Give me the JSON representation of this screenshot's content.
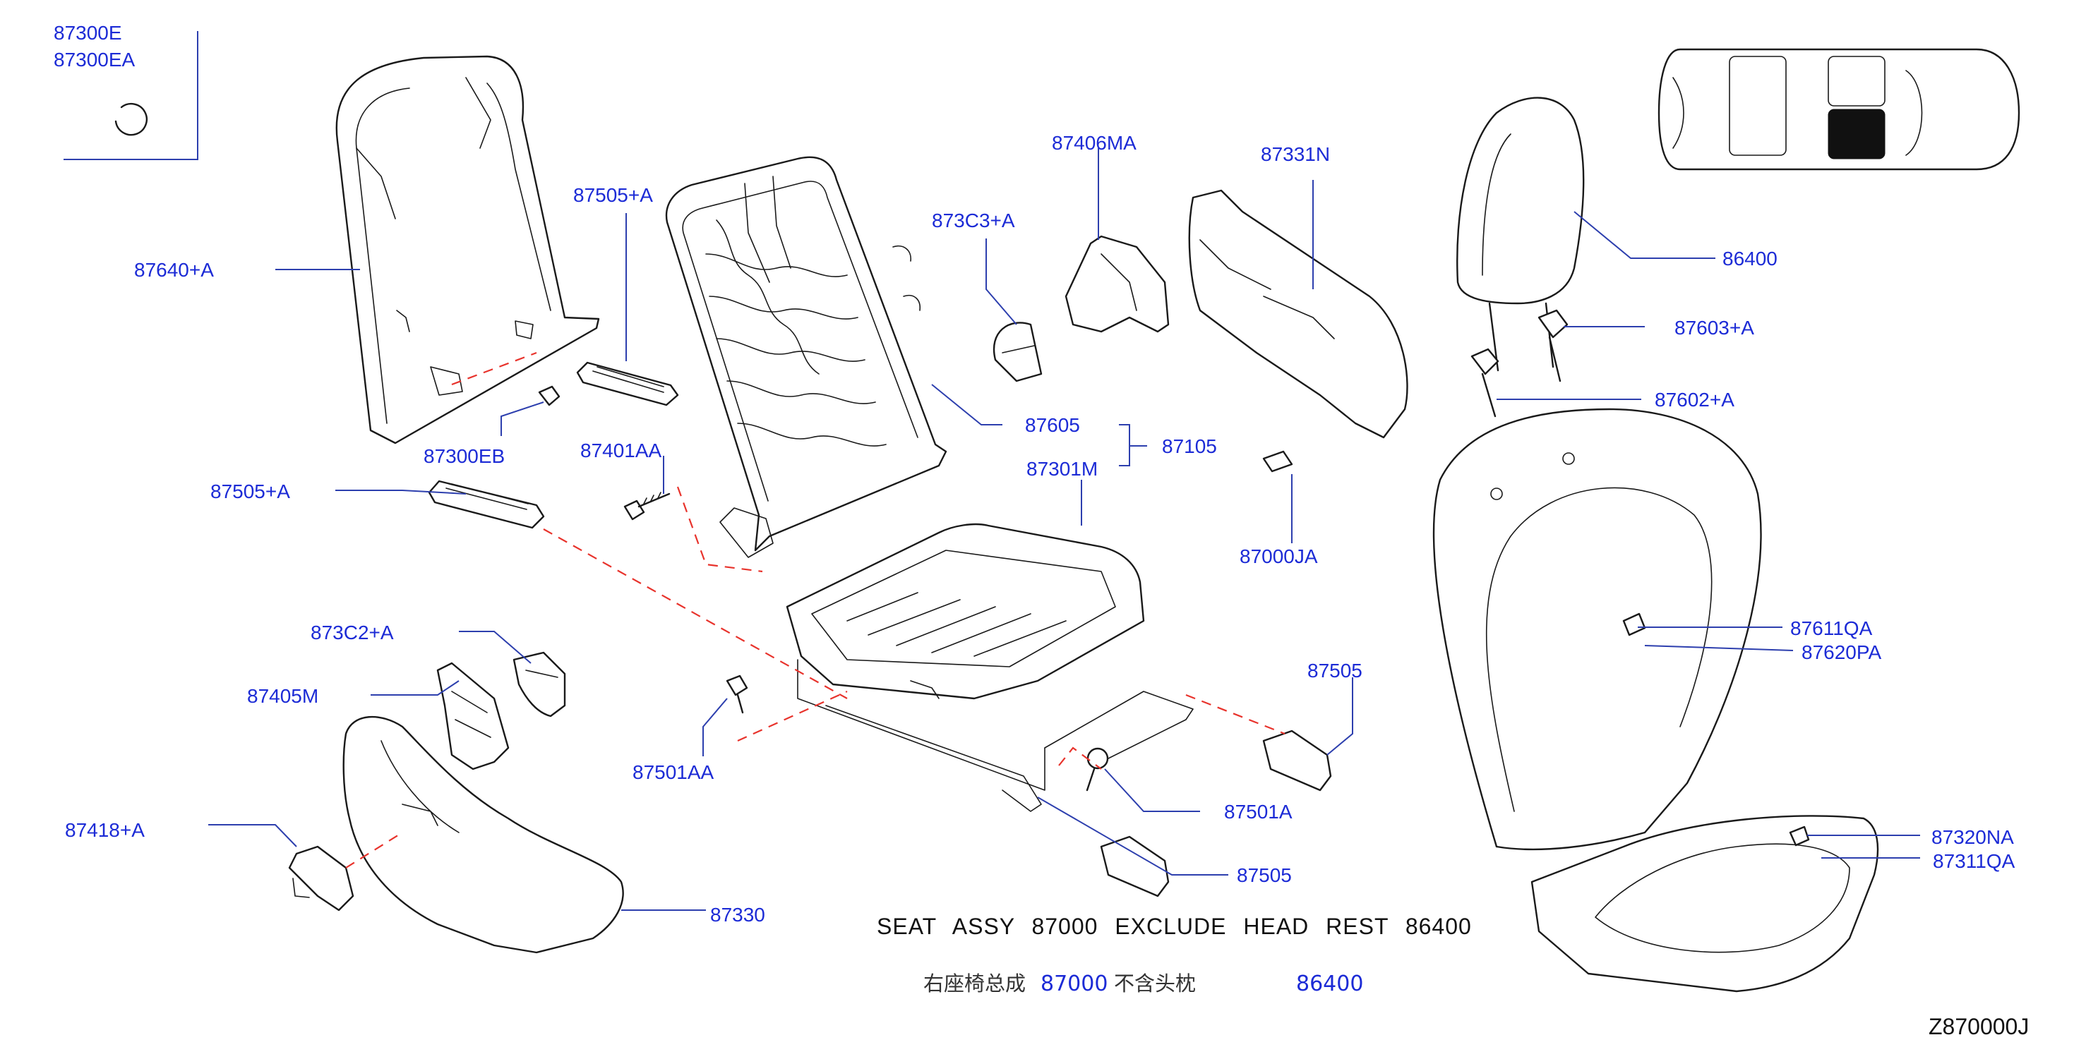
{
  "labels": {
    "p87300E": "87300E",
    "p87300EA": "87300EA",
    "p87640A": "87640+A",
    "p87505A_top": "87505+A",
    "p87300EB": "87300EB",
    "p87505A_left": "87505+A",
    "p87401AA": "87401AA",
    "p87406MA": "87406MA",
    "p873C3A": "873C3+A",
    "p87331N": "87331N",
    "p86400": "86400",
    "p87603A": "87603+A",
    "p87602A": "87602+A",
    "p87605": "87605",
    "p87105": "87105",
    "p87301M": "87301M",
    "p87000JA": "87000JA",
    "p873C2A": "873C2+A",
    "p87405M": "87405M",
    "p87611QA": "87611QA",
    "p87620PA": "87620PA",
    "p87505_right": "87505",
    "p87501AA": "87501AA",
    "p87501A": "87501A",
    "p87418A": "87418+A",
    "p87505_bottom": "87505",
    "p87330": "87330",
    "p87320NA": "87320NA",
    "p87311QA": "87311QA"
  },
  "notes": {
    "assy_line_en": "SEAT ASSY 87000 EXCLUDE HEAD REST 86400",
    "assy_line_zh_prefix": "右座椅总成",
    "assy_line_zh_part": "87000",
    "assy_line_zh_suffix": "不含头枕",
    "assy_line_zh_headrest": "86400",
    "diagram_ref": "Z870000J"
  },
  "colors": {
    "label_blue": "#1c2bd6",
    "dashed_red": "#e8332c",
    "line_art": "#1a1a1a",
    "highlight_position": "#111111"
  }
}
